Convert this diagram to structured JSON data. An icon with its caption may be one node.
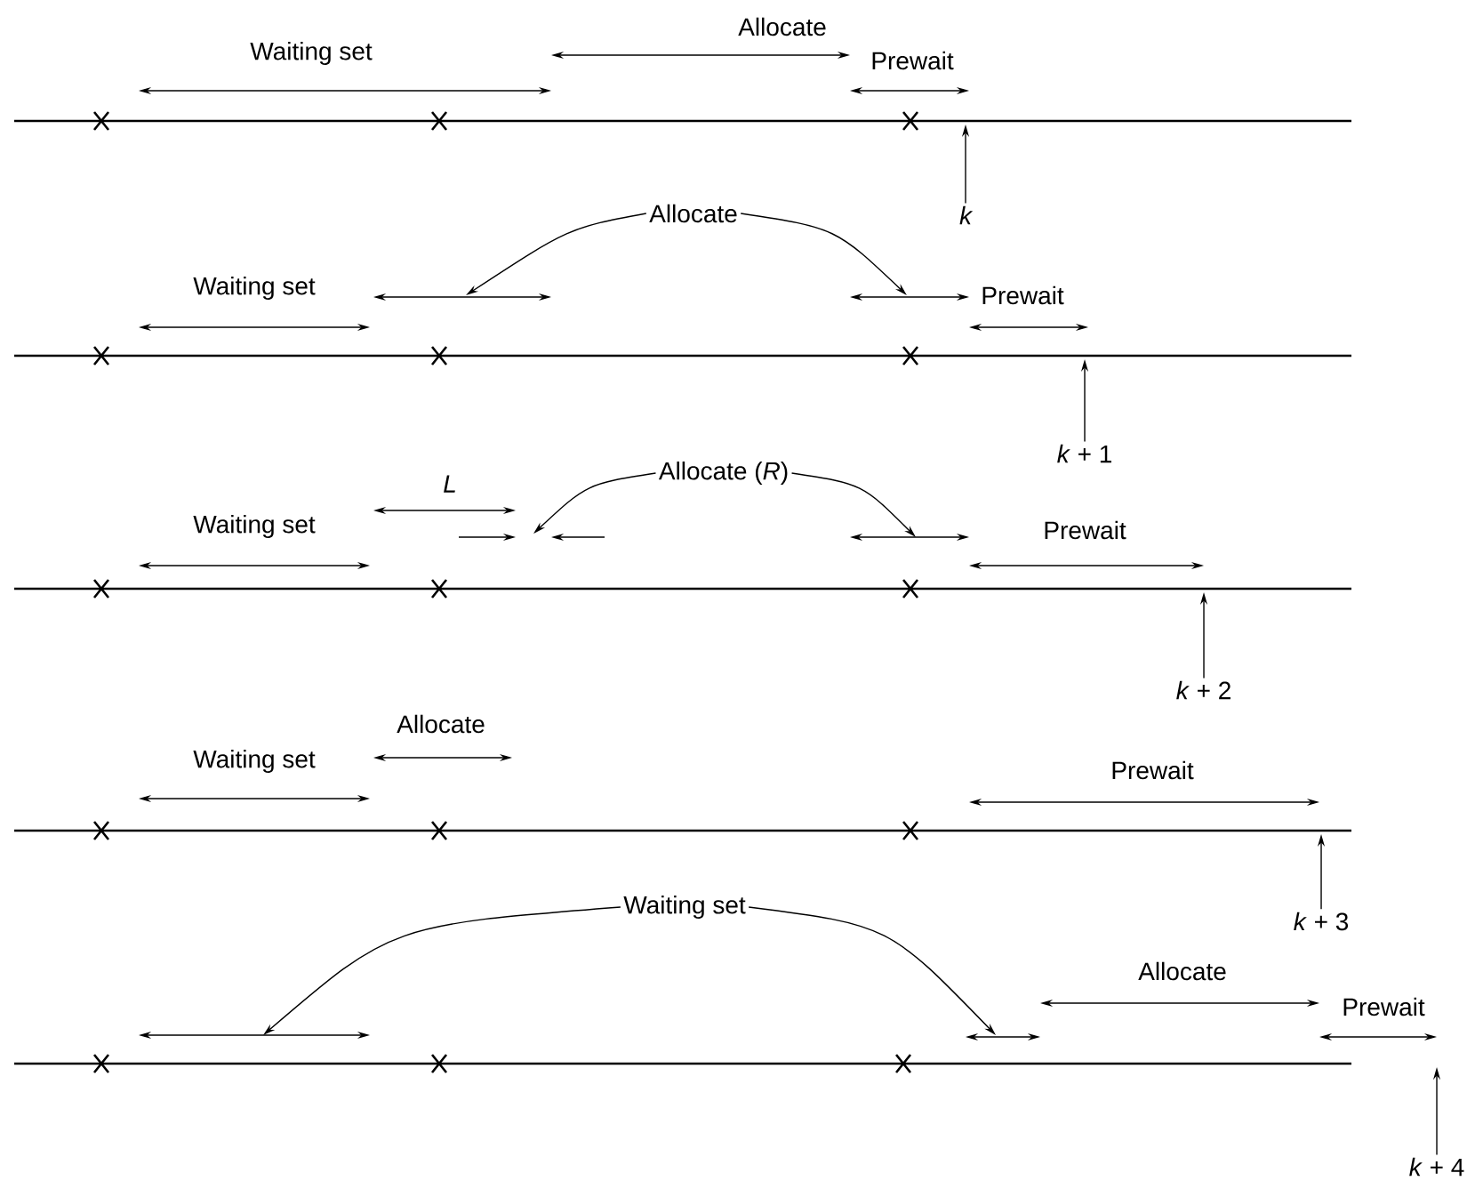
{
  "diagram": {
    "nodes": [
      {
        "text": [
          "k"
        ]
      },
      {
        "text": [
          "Allocate"
        ]
      },
      {
        "text": [
          "*k* + 1"
        ]
      },
      {
        "text": [
          "Allocate (*R*)"
        ]
      },
      {
        "text": [
          "*k* + 2"
        ]
      },
      {
        "text": [
          "*k* + 3"
        ]
      },
      {
        "text": [
          "Waiting set"
        ]
      },
      {
        "text": [
          "*k* + 4"
        ]
      }
    ],
    "edges": [
      {
        "from": 0,
        "to": null,
        "arrow": "to"
      },
      {
        "from": 1,
        "to": null,
        "arrow": "to"
      },
      {
        "from": 1,
        "to": null,
        "arrow": "to"
      },
      {
        "from": 2,
        "to": null,
        "arrow": "to"
      },
      {
        "from": 3,
        "to": null,
        "arrow": "to"
      },
      {
        "from": 3,
        "to": null,
        "arrow": "to"
      },
      {
        "from": 4,
        "to": null,
        "arrow": "to"
      },
      {
        "from": 5,
        "to": null,
        "arrow": "to"
      },
      {
        "from": 6,
        "to": null,
        "arrow": "to"
      },
      {
        "from": 6,
        "to": null,
        "arrow": "to"
      },
      {
        "from": 7,
        "to": null,
        "arrow": "to"
      }
    ],
    "labels": [
      "Allocate",
      "Waiting set",
      "Prewait",
      "Waiting set",
      "Prewait",
      "L",
      "Waiting set",
      "Prewait",
      "Allocate",
      "Waiting set",
      "Prewait",
      "Allocate",
      "Prewait"
    ]
  }
}
